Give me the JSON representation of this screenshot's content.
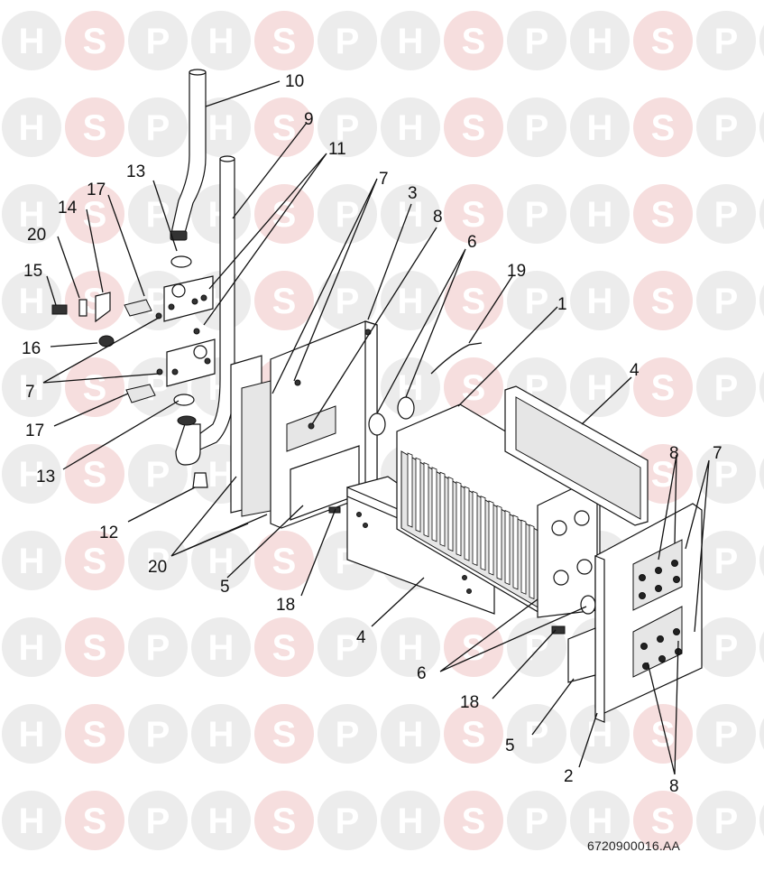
{
  "watermark": {
    "letters": [
      "H",
      "S",
      "P"
    ],
    "circle_color": "#ececec",
    "s_circle_color": "#f6dede",
    "letter_color": "#ffffff"
  },
  "diagram": {
    "reference": "6720900016.AA",
    "callouts": [
      {
        "id": "c10",
        "label": "10"
      },
      {
        "id": "c9",
        "label": "9"
      },
      {
        "id": "c11",
        "label": "11"
      },
      {
        "id": "c13a",
        "label": "13"
      },
      {
        "id": "c17a",
        "label": "17"
      },
      {
        "id": "c14",
        "label": "14"
      },
      {
        "id": "c20a",
        "label": "20"
      },
      {
        "id": "c15",
        "label": "15"
      },
      {
        "id": "c16",
        "label": "16"
      },
      {
        "id": "c7a",
        "label": "7"
      },
      {
        "id": "c17b",
        "label": "17"
      },
      {
        "id": "c13b",
        "label": "13"
      },
      {
        "id": "c12",
        "label": "12"
      },
      {
        "id": "c20b",
        "label": "20"
      },
      {
        "id": "c7b",
        "label": "7"
      },
      {
        "id": "c3",
        "label": "3"
      },
      {
        "id": "c8a",
        "label": "8"
      },
      {
        "id": "c6a",
        "label": "6"
      },
      {
        "id": "c19",
        "label": "19"
      },
      {
        "id": "c1",
        "label": "1"
      },
      {
        "id": "c4a",
        "label": "4"
      },
      {
        "id": "c8b",
        "label": "8"
      },
      {
        "id": "c7c",
        "label": "7"
      },
      {
        "id": "c5a",
        "label": "5"
      },
      {
        "id": "c18a",
        "label": "18"
      },
      {
        "id": "c4b",
        "label": "4"
      },
      {
        "id": "c6b",
        "label": "6"
      },
      {
        "id": "c18b",
        "label": "18"
      },
      {
        "id": "c5b",
        "label": "5"
      },
      {
        "id": "c2",
        "label": "2"
      },
      {
        "id": "c8c",
        "label": "8"
      }
    ]
  }
}
